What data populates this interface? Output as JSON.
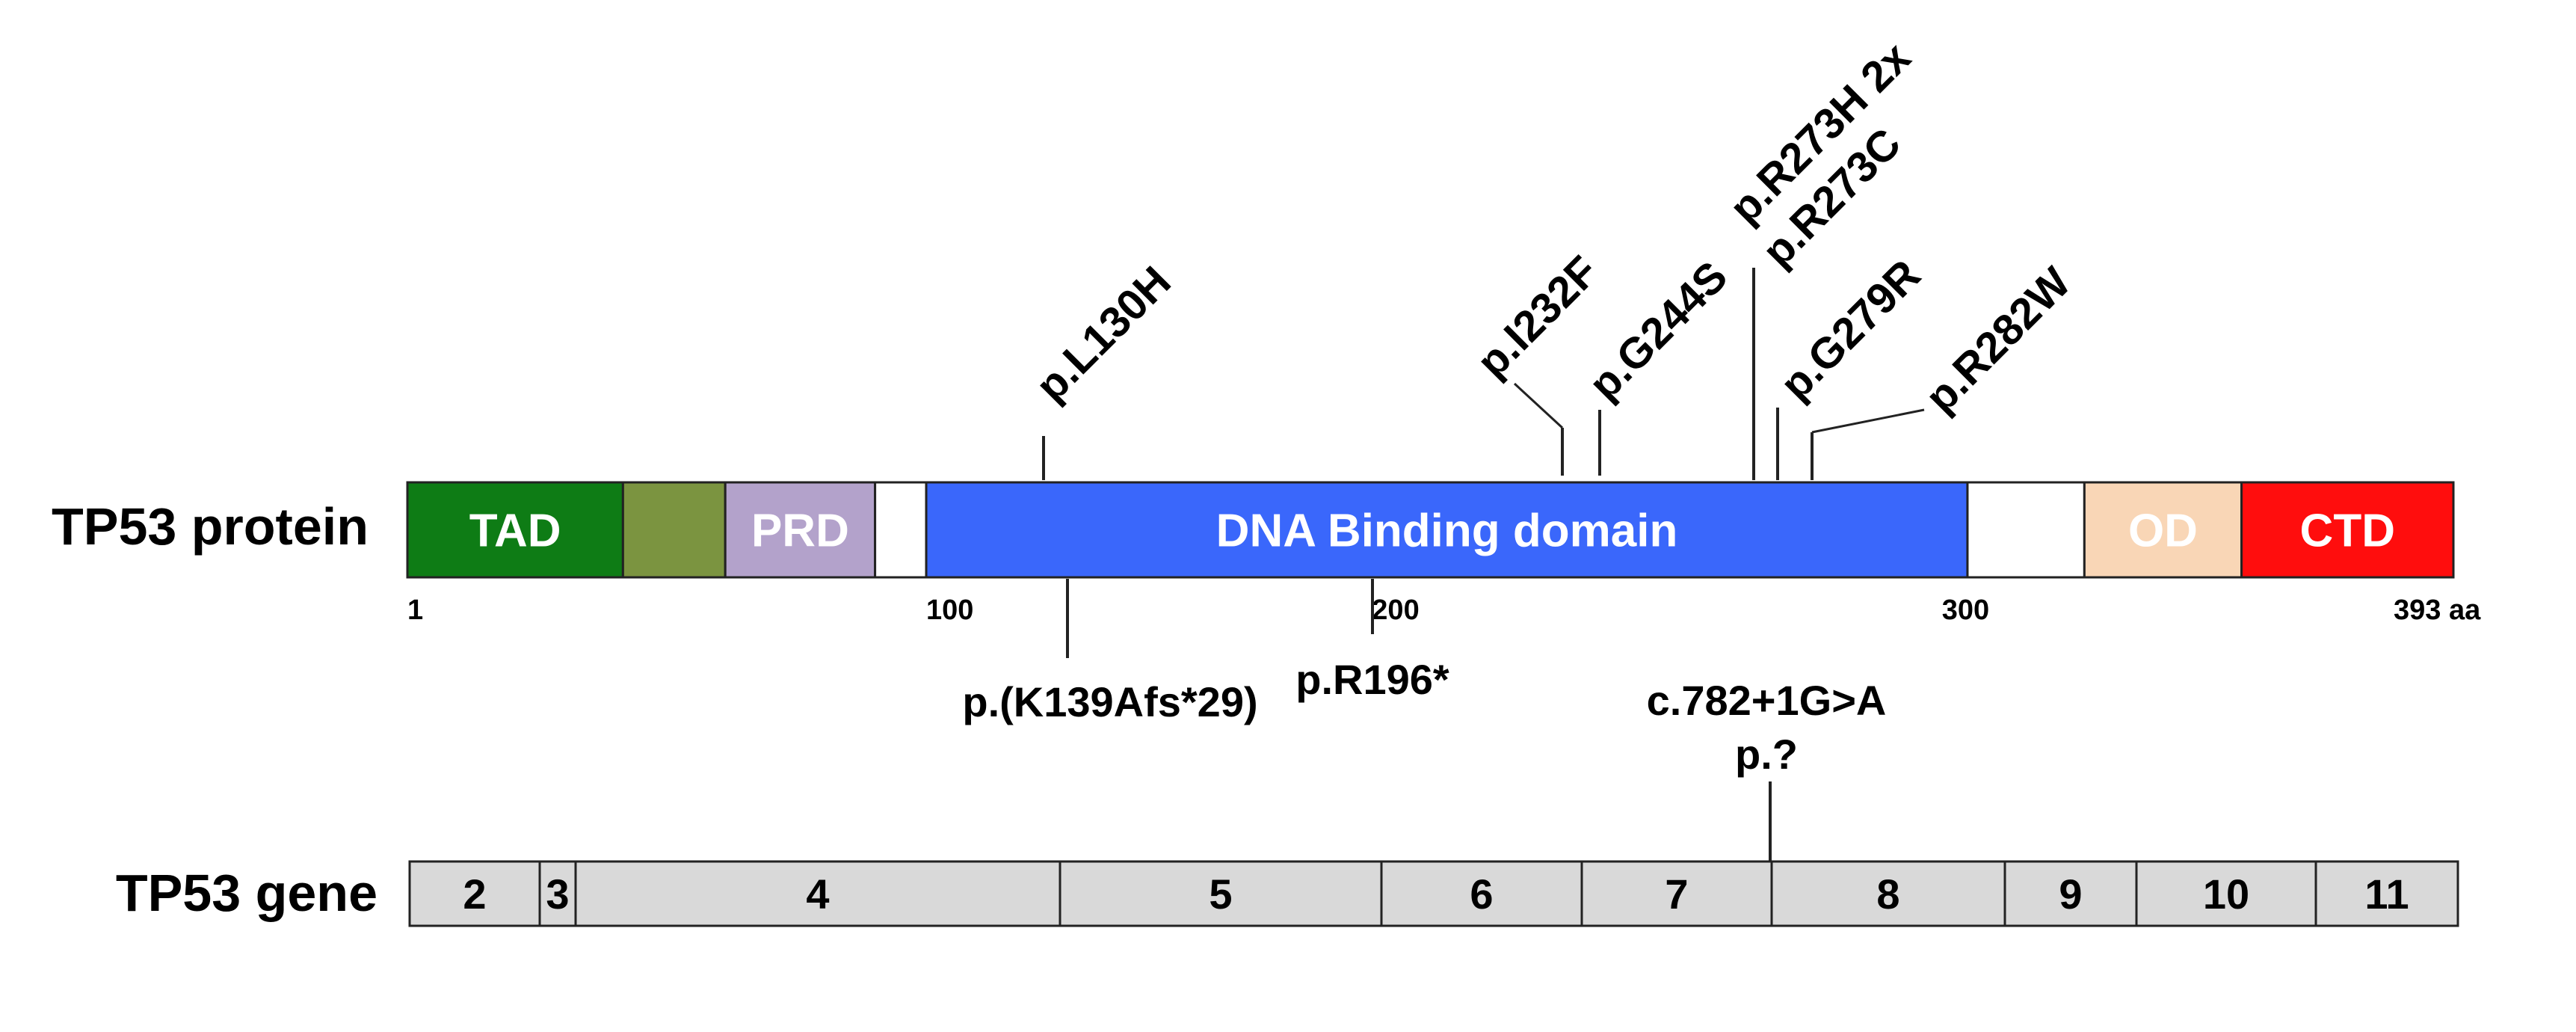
{
  "protein": {
    "label": "TP53 protein",
    "domains": [
      {
        "id": "tad",
        "name": "TAD",
        "start": 1,
        "end": 60,
        "color": "#0E7C15",
        "text_color": "#ffffff"
      },
      {
        "id": "ad2",
        "name": "",
        "start": 60,
        "end": 88,
        "color": "#7B9440",
        "text_color": "#ffffff"
      },
      {
        "id": "prd",
        "name": "PRD",
        "start": 88,
        "end": 129,
        "color": "#B3A2CB",
        "text_color": "#ffffff"
      },
      {
        "id": "gap1",
        "name": "",
        "start": 129,
        "end": 143,
        "color": "#ffffff",
        "text_color": "#000000"
      },
      {
        "id": "dbd",
        "name": "DNA Binding domain",
        "start": 143,
        "end": 428,
        "color": "#3A67FB",
        "text_color": "#ffffff"
      },
      {
        "id": "gap2",
        "name": "",
        "start": 428,
        "end": 460,
        "color": "#ffffff",
        "text_color": "#000000"
      },
      {
        "id": "od",
        "name": "OD",
        "start": 460,
        "end": 503,
        "color": "#F9D6B6",
        "text_color": "#ffffff"
      },
      {
        "id": "ctd",
        "name": "CTD",
        "start": 503,
        "end": 561,
        "color": "#FF0D0D",
        "text_color": "#ffffff"
      }
    ],
    "ticks": [
      {
        "label": "1",
        "pos": 1
      },
      {
        "label": "100",
        "pos": 143
      },
      {
        "label": "200",
        "pos": 265
      },
      {
        "label": "300",
        "pos": 421
      },
      {
        "label": "393 aa",
        "pos": 561
      }
    ],
    "variants_above": [
      {
        "label": "p.L130H",
        "pos": 175
      },
      {
        "label": "p.I232F",
        "pos": 302
      },
      {
        "label": "p.G244S",
        "pos": 312
      },
      {
        "label": "p.R273H 2x",
        "pos": 354
      },
      {
        "label": "p.R273C",
        "pos": 354
      },
      {
        "label": "p.G279R",
        "pos": 361
      },
      {
        "label": "p.R282W",
        "pos": 370
      }
    ],
    "variants_below": [
      {
        "label": "p.(K139Afs*29)",
        "pos": 182
      },
      {
        "label": "p.R196*",
        "pos": 264
      }
    ]
  },
  "gene": {
    "label": "TP53 gene",
    "exons": [
      "2",
      "3",
      "4",
      "5",
      "6",
      "7",
      "8",
      "9",
      "10",
      "11"
    ],
    "splice_variant": {
      "lines": [
        "c.782+1G>A",
        "p.?"
      ]
    }
  },
  "colors": {
    "outline": "#222222",
    "exon_fill": "#D9D9D9",
    "text": "#000000"
  }
}
